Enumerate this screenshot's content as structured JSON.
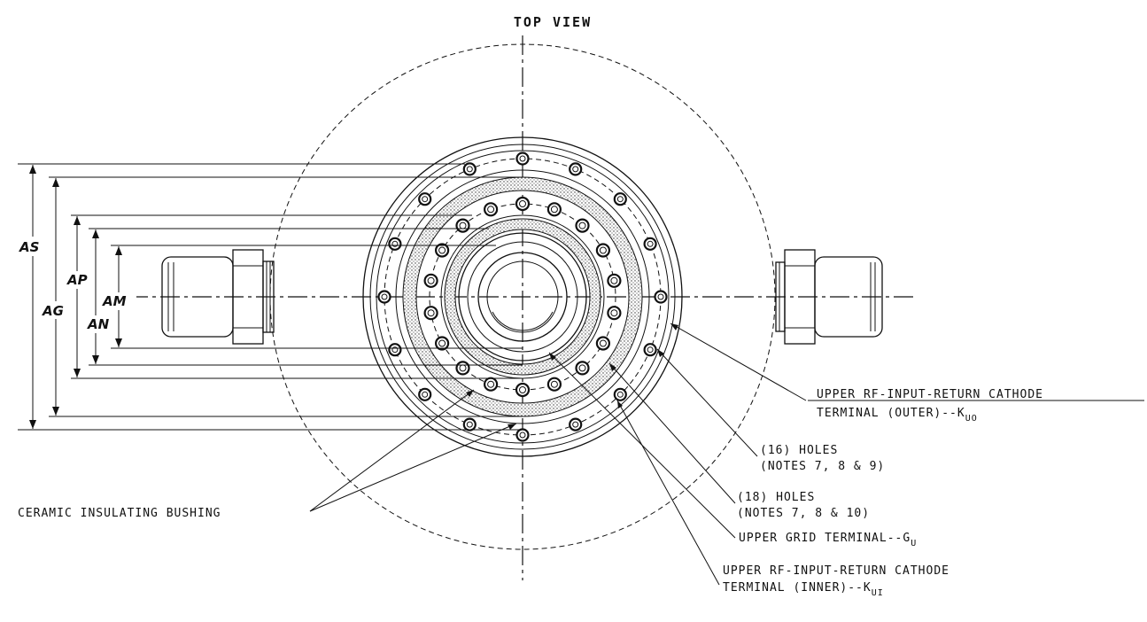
{
  "title": "TOP VIEW",
  "dimensions": {
    "as": "AS",
    "ag": "AG",
    "ap": "AP",
    "an": "AN",
    "am": "AM"
  },
  "callouts": {
    "ceramic": "CERAMIC INSULATING BUSHING",
    "kuo_line1": "UPPER RF-INPUT-RETURN CATHODE",
    "kuo_line2": "TERMINAL (OUTER)--K",
    "kuo_sub": "UO",
    "holes16_line1": "(16) HOLES",
    "holes16_line2": "(NOTES 7, 8 & 9)",
    "holes18_line1": "(18) HOLES",
    "holes18_line2": "(NOTES 7, 8 & 10)",
    "grid_line1": "UPPER GRID TERMINAL--G",
    "grid_sub": "U",
    "kui_line1": "UPPER RF-INPUT-RETURN CATHODE",
    "kui_line2": "TERMINAL (INNER)--K",
    "kui_sub": "UI"
  }
}
